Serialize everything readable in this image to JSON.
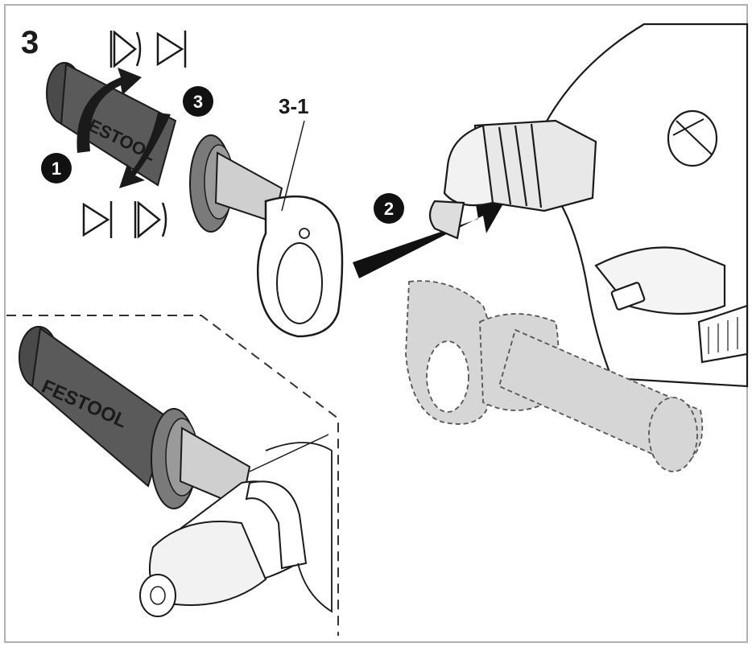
{
  "figure": {
    "number": "3",
    "callout_label": "3-1",
    "steps": [
      "1",
      "2",
      "3"
    ],
    "brand_text_top": "FESTOOL",
    "brand_text_bottom": "FESTOOL",
    "colors": {
      "outline": "#1a1a1a",
      "dark_rubber": "#5a5a5a",
      "mid_gray": "#9a9a9a",
      "light_gray": "#cfcfcf",
      "ghost_gray": "#d6d6d6",
      "badge": "#111111",
      "frame": "#b0b0b0"
    },
    "icons": [
      "open-lock-icon",
      "close-lock-icon",
      "rotate-arrow-icon",
      "push-arrow-icon",
      "dashed-ghost-handle"
    ]
  }
}
